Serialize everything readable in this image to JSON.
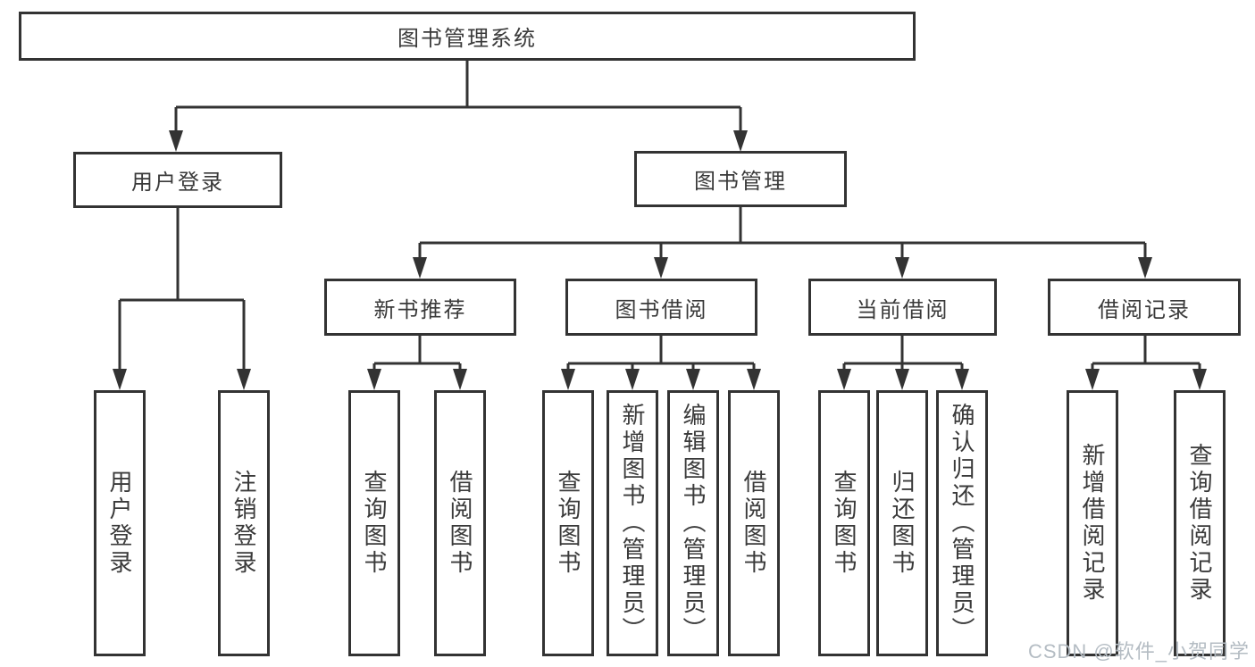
{
  "diagram": {
    "root": {
      "label": "图书管理系统"
    },
    "level2": [
      {
        "id": "user-login",
        "label": "用户登录"
      },
      {
        "id": "book-management",
        "label": "图书管理"
      }
    ],
    "level3": [
      {
        "id": "new-book-recommend",
        "label": "新书推荐",
        "parent": "图书管理"
      },
      {
        "id": "book-borrow",
        "label": "图书借阅",
        "parent": "图书管理"
      },
      {
        "id": "current-borrow",
        "label": "当前借阅",
        "parent": "图书管理"
      },
      {
        "id": "borrow-record",
        "label": "借阅记录",
        "parent": "图书管理"
      }
    ],
    "leaves": [
      {
        "parent": "用户登录",
        "label": "用户登录"
      },
      {
        "parent": "用户登录",
        "label": "注销登录"
      },
      {
        "parent": "新书推荐",
        "label": "查询图书"
      },
      {
        "parent": "新书推荐",
        "label": "借阅图书"
      },
      {
        "parent": "图书借阅",
        "label": "查询图书"
      },
      {
        "parent": "图书借阅",
        "label": "新增图书（管理员）"
      },
      {
        "parent": "图书借阅",
        "label": "编辑图书（管理员）"
      },
      {
        "parent": "图书借阅",
        "label": "借阅图书"
      },
      {
        "parent": "当前借阅",
        "label": "查询图书"
      },
      {
        "parent": "当前借阅",
        "label": "归还图书"
      },
      {
        "parent": "当前借阅",
        "label": "确认归还（管理员）"
      },
      {
        "parent": "借阅记录",
        "label": "新增借阅记录"
      },
      {
        "parent": "借阅记录",
        "label": "查询借阅记录"
      }
    ],
    "watermark": "CSDN @软件_小贺同学",
    "colors": {
      "line": "#333333",
      "text": "#3a3a3a",
      "watermark": "#b4bcc3",
      "background": "#ffffff"
    }
  }
}
